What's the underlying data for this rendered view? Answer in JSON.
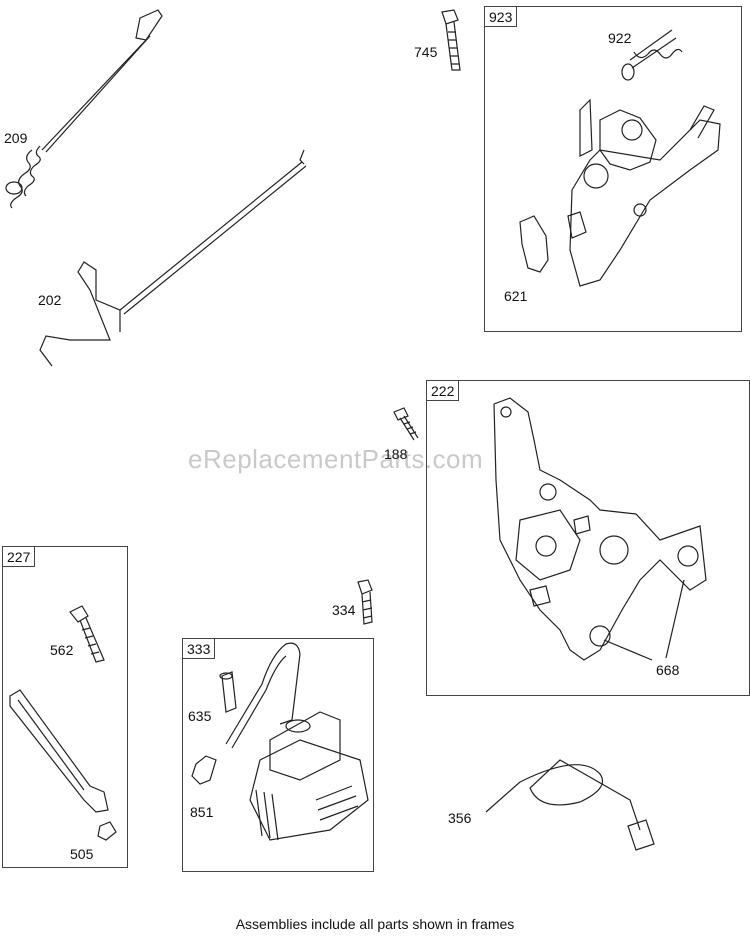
{
  "watermark": "eReplacementParts.com",
  "footer_note": "Assemblies include all parts shown in frames",
  "frames": {
    "f923": "923",
    "f222": "222",
    "f227": "227",
    "f333": "333"
  },
  "part_numbers": {
    "p209": "209",
    "p202": "202",
    "p745": "745",
    "p922": "922",
    "p621": "621",
    "p188": "188",
    "p668": "668",
    "p562": "562",
    "p505": "505",
    "p334": "334",
    "p635": "635",
    "p851": "851",
    "p356": "356"
  }
}
